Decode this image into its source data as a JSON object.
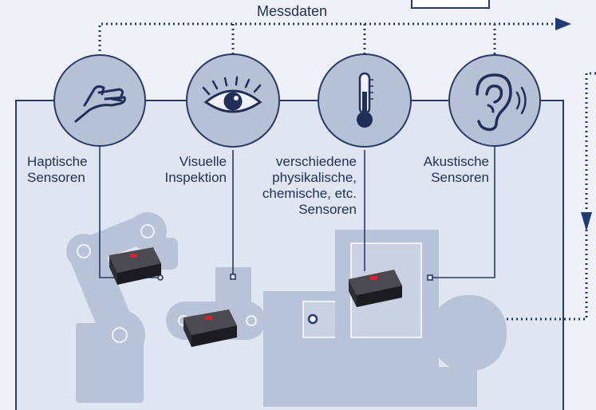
{
  "diagram": {
    "top_label": "Messdaten",
    "sensors": [
      {
        "id": "haptic",
        "icon": "hand-icon",
        "label_lines": [
          "Haptische",
          "Sensoren"
        ]
      },
      {
        "id": "visual",
        "icon": "eye-icon",
        "label_lines": [
          "Visuelle",
          "Inspektion"
        ]
      },
      {
        "id": "physical",
        "icon": "thermometer-icon",
        "label_lines": [
          "verschiedene",
          "physikalische,",
          "chemische, etc.",
          "Sensoren"
        ]
      },
      {
        "id": "acoustic",
        "icon": "ear-icon",
        "label_lines": [
          "Akustische",
          "Sensoren"
        ]
      }
    ]
  },
  "colors": {
    "background": "#eef2f8",
    "panel": "#dfe6f1",
    "machine": "#b9c3d8",
    "line": "#2a3a66",
    "icon_circle": "#b7c1d6",
    "device": "#2a2a2e",
    "device_logo": "#d8202a",
    "arrow": "#1f3b7a"
  }
}
